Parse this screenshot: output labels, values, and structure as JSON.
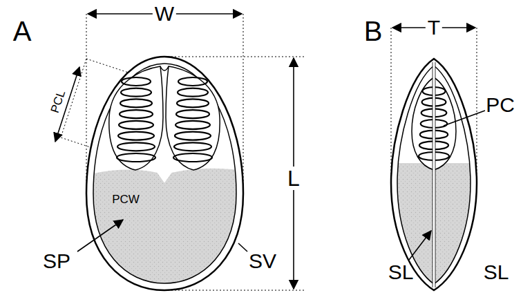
{
  "diagram": {
    "labels": [
      "A",
      "W",
      "PCL",
      "PCW",
      "SP",
      "SV",
      "L",
      "B",
      "T",
      "PC",
      "SL",
      "SL"
    ]
  }
}
